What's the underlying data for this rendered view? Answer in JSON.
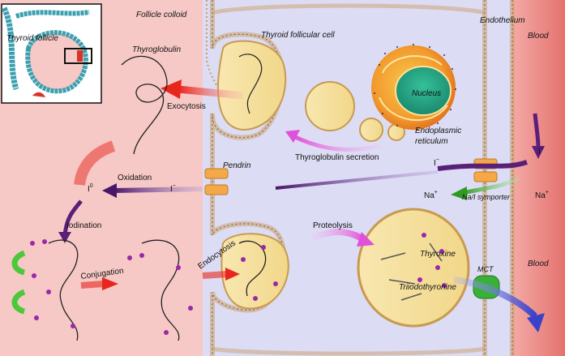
{
  "labels": {
    "follicle_colloid": "Follicle colloid",
    "thyroid_follicular_cell": "Thyroid follicular cell",
    "endothelium": "Endothelium",
    "blood_top": "Blood",
    "blood_bottom": "Blood",
    "thyroid_follicle": "Thyroid follicle",
    "thyroglobulin": "Thyroglobulin",
    "exocytosis": "Exocytosis",
    "nucleus": "Nucleus",
    "er_line1": "Endoplasmic",
    "er_line2": "reticulum",
    "thyroglobulin_secretion": "Thyroglobulin secretion",
    "pendrin": "Pendrin",
    "oxidation": "Oxidation",
    "iodine_zero": "I",
    "iodine_zero_sup": "0",
    "iodide_left": "I",
    "iodide_left_sup": "−",
    "iodide_mid": "I",
    "iodide_mid_sup": "−",
    "iodide_blood": "I",
    "iodide_blood_sup": "−",
    "sodium_left": "Na",
    "sodium_left_sup": "+",
    "sodium_right": "Na",
    "sodium_right_sup": "+",
    "symporter": "Na/I symporter",
    "iodination": "Iodination",
    "conjugation": "Conjugation",
    "endocytosis": "Endocytosis",
    "proteolysis": "Proteolysis",
    "thyroxine": "Thyroxine",
    "triiodothyronine": "Triiodothyronine",
    "mct": "MCT"
  },
  "colors": {
    "colloid": "#f6c9c6",
    "cell": "#dcdcf4",
    "blood": "#ec8a86",
    "vesicle": "#f6e6a6",
    "nucleus": "#2fa889",
    "er": "#f0a030",
    "arrow_purple": "#5a1f78",
    "arrow_red": "#e8322a",
    "arrow_magenta": "#e86ee0",
    "arrow_green": "#4cc83a",
    "arrow_blue": "#4a52d8",
    "channel": "#f4a848",
    "mct": "#3ab03a",
    "iodine_atom": "#9a28a8"
  }
}
